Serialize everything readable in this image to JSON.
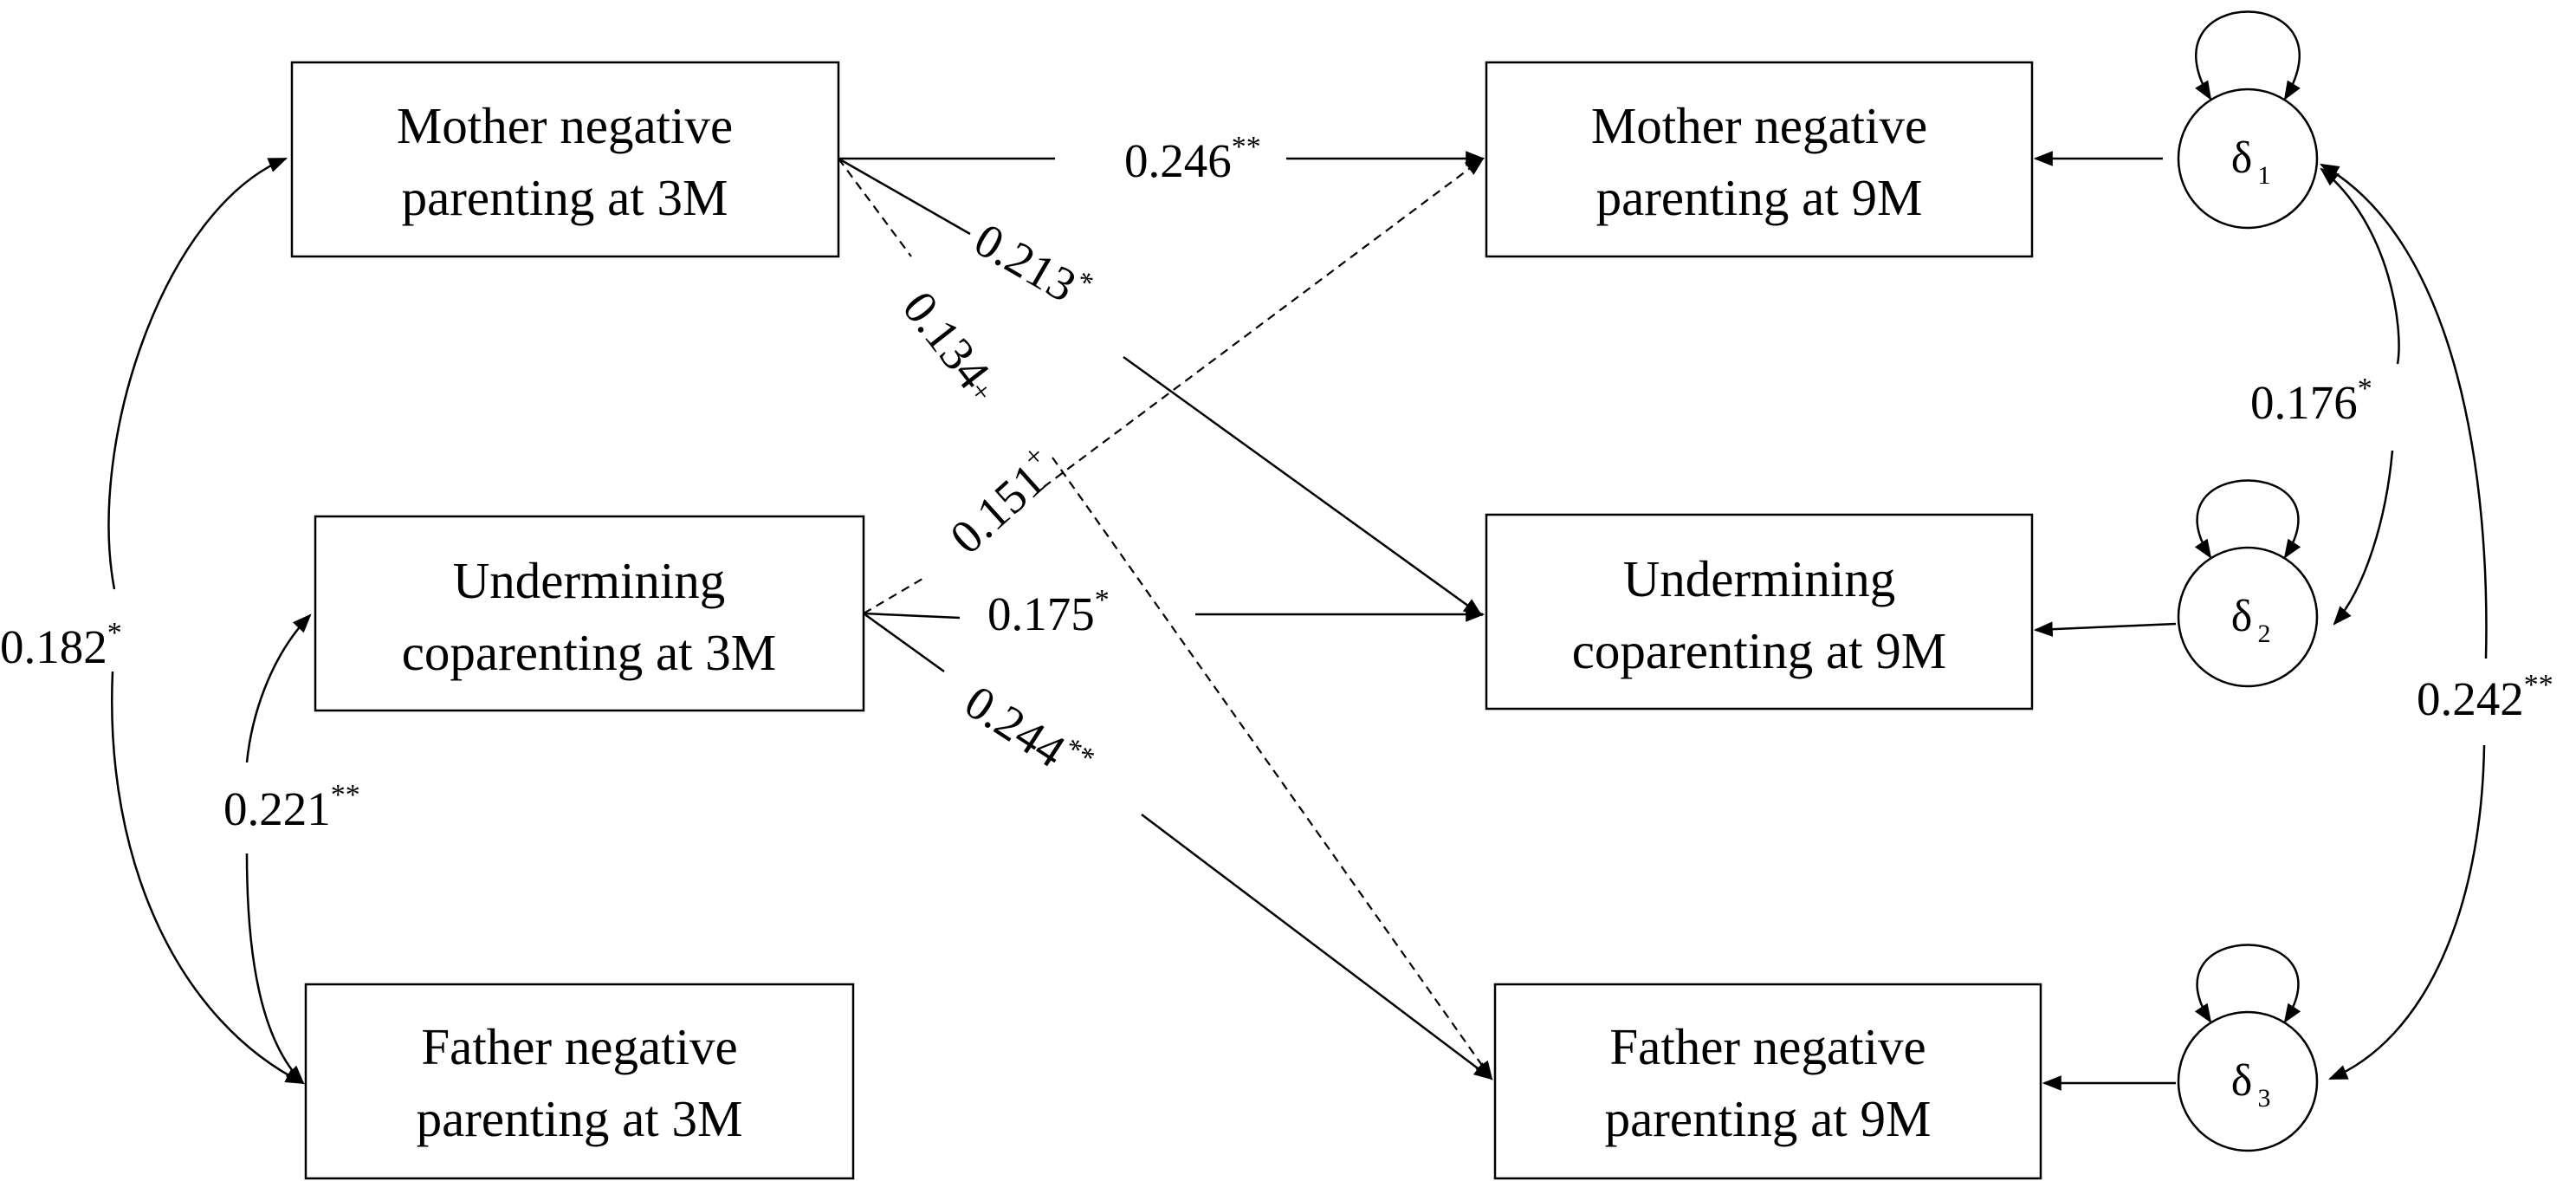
{
  "nodes": {
    "mother_3m": {
      "line1": "Mother negative",
      "line2": "parenting at 3M"
    },
    "undermining_3m": {
      "line1": "Undermining",
      "line2": "coparenting at 3M"
    },
    "father_3m": {
      "line1": "Father negative",
      "line2": "parenting at 3M"
    },
    "mother_9m": {
      "line1": "Mother negative",
      "line2": "parenting at 9M"
    },
    "undermining_9m": {
      "line1": "Undermining",
      "line2": "coparenting at 9M"
    },
    "father_9m": {
      "line1": "Father negative",
      "line2": "parenting at 9M"
    }
  },
  "residuals": {
    "d1": {
      "symbol": "δ",
      "sub": "1"
    },
    "d2": {
      "symbol": "δ",
      "sub": "2"
    },
    "d3": {
      "symbol": "δ",
      "sub": "3"
    }
  },
  "paths": {
    "m3_m9": {
      "value": "0.246",
      "sig": "**"
    },
    "m3_u9": {
      "value": "0.213",
      "sig": "*"
    },
    "m3_f9": {
      "value": "0.134",
      "sig": "+"
    },
    "u3_m9": {
      "value": "0.151",
      "sig": "+"
    },
    "u3_u9": {
      "value": "0.175",
      "sig": "*"
    },
    "u3_f9": {
      "value": "0.244",
      "sig": "**"
    }
  },
  "covariances": {
    "m3_f3": {
      "value": "0.182",
      "sig": "*"
    },
    "u3_f3": {
      "value": "0.221",
      "sig": "**"
    },
    "d1_d2": {
      "value": "0.176",
      "sig": "*"
    },
    "d1_d3": {
      "value": "0.242",
      "sig": "**"
    }
  }
}
